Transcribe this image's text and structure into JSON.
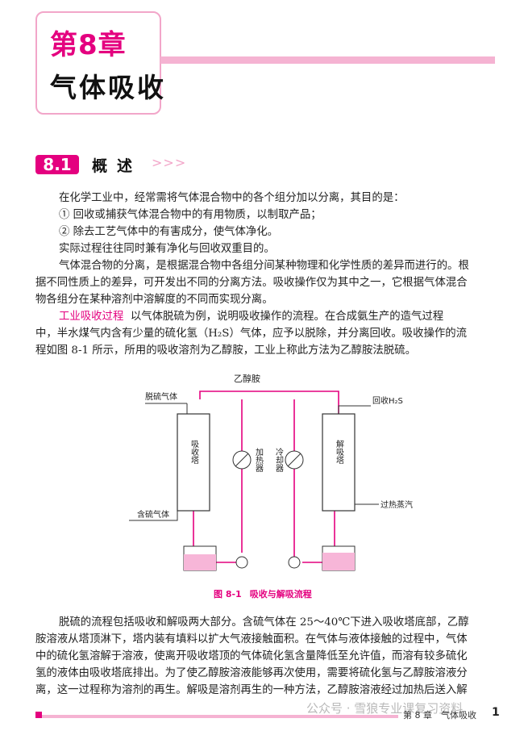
{
  "chapter": {
    "number": "第8章",
    "title": "气体吸收"
  },
  "section": {
    "badge": "8.1",
    "title": "概述",
    "arrows": ">>>"
  },
  "body": {
    "l1": "在化学工业中，经常需将气体混合物中的各个组分加以分离，其目的是：",
    "l2": "① 回收或捕获气体混合物中的有用物质，以制取产品；",
    "l3": "② 除去工艺气体中的有害成分，使气体净化。",
    "l4": "实际过程往往同时兼有净化与回收双重目的。",
    "p2a": "气体混合物的分离，是根据混合物中各组分间某种物理和化学性质的差异而进行的。根",
    "p2b": "据不同性质上的差异，可开发出不同的分离方法。吸收操作仅为其中之一，它根据气体混合",
    "p2c": "物各组分在某种溶剂中溶解度的不同而实现分离。",
    "p3_head": "工业吸收过程",
    "p3a": "以气体脱硫为例，说明吸收操作的流程。在合成氨生产的造气过程",
    "p3b": "中，半水煤气内含有少量的硫化氢（H₂S）气体，应予以脱除，并分离回收。吸收操作的流",
    "p3c": "程如图 8-1 所示，所用的吸收溶剂为乙醇胺，工业上称此方法为乙醇胺法脱硫。",
    "p4a": "脱硫的流程包括吸收和解吸两大部分。含硫气体在 25～40℃下进入吸收塔底部，乙醇",
    "p4b": "胺溶液从塔顶淋下，塔内装有填料以扩大气液接触面积。在气体与液体接触的过程中，气体",
    "p4c": "中的硫化氢溶解于溶液，使离开吸收塔顶的气体硫化氢含量降低至允许值，而溶有较多硫化",
    "p4d": "氢的液体由吸收塔底排出。为了使乙醇胺溶液能够再次使用，需要将硫化氢与乙醇胺溶液分",
    "p4e": "离，这一过程称为溶剂的再生。解吸是溶剂再生的一种方法，乙醇胺溶液经过加热后送入解"
  },
  "figure": {
    "label_ethanolamine": "乙醇胺",
    "label_desulf_gas": "脱硫气体",
    "label_recover": "回收H₂S",
    "label_absorber": "吸收塔",
    "label_heater": "加热器",
    "label_cooler": "冷却器",
    "label_stripper": "解吸塔",
    "label_sulfur_gas": "含硫气体",
    "label_steam": "过热蒸汽",
    "caption_no": "图 8-1",
    "caption_title": "吸收与解吸流程",
    "colors": {
      "pipe": "#e4007f",
      "liquid": "#f7b6d8"
    }
  },
  "footer": {
    "chapter": "第 8 章　气体吸收",
    "page": "1",
    "watermark": "公众号 · 雪狼专业课复习资料"
  }
}
